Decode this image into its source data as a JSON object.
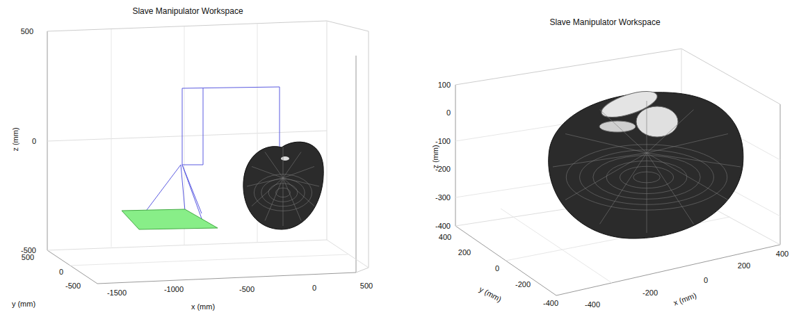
{
  "diagram": {
    "labels": [
      "Slave Manipulator Workspace",
      "500",
      "0",
      "-500",
      "z (mm)",
      "500",
      "0",
      "-500",
      "y (mm)",
      "-1500",
      "-1000",
      "-500",
      "0",
      "500",
      "x (mm)",
      "Slave Manipulator Workspace",
      "100",
      "0",
      "-100",
      "-200",
      "-300",
      "-400",
      "z (mm)",
      "400",
      "200",
      "0",
      "-200",
      "-400",
      "y (mm)",
      "-400",
      "-200",
      "0",
      "200",
      "400",
      "x (mm)"
    ]
  }
}
